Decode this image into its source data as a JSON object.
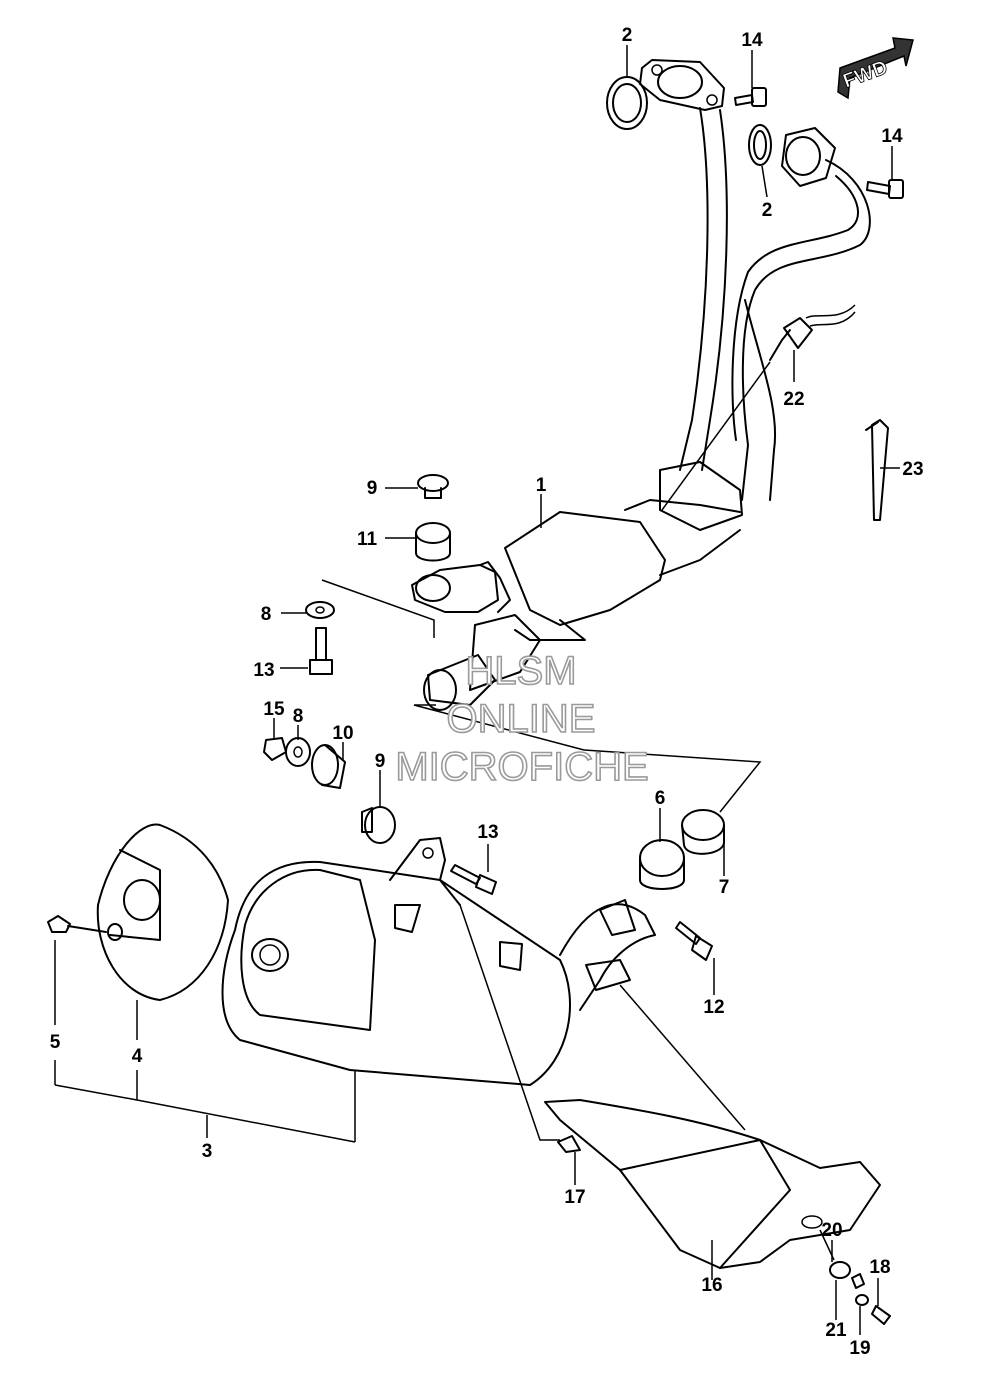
{
  "fwd_label": "FWD",
  "watermark": {
    "line1": "HLSM",
    "line2": "ONLINE",
    "line3": "MICROFICHE"
  },
  "callouts": [
    {
      "id": "c1",
      "label": "1"
    },
    {
      "id": "c2a",
      "label": "2"
    },
    {
      "id": "c2b",
      "label": "2"
    },
    {
      "id": "c3",
      "label": "3"
    },
    {
      "id": "c4",
      "label": "4"
    },
    {
      "id": "c5",
      "label": "5"
    },
    {
      "id": "c6",
      "label": "6"
    },
    {
      "id": "c7",
      "label": "7"
    },
    {
      "id": "c8a",
      "label": "8"
    },
    {
      "id": "c8b",
      "label": "8"
    },
    {
      "id": "c9a",
      "label": "9"
    },
    {
      "id": "c9b",
      "label": "9"
    },
    {
      "id": "c10",
      "label": "10"
    },
    {
      "id": "c11",
      "label": "11"
    },
    {
      "id": "c12",
      "label": "12"
    },
    {
      "id": "c13a",
      "label": "13"
    },
    {
      "id": "c13b",
      "label": "13"
    },
    {
      "id": "c14a",
      "label": "14"
    },
    {
      "id": "c14b",
      "label": "14"
    },
    {
      "id": "c15",
      "label": "15"
    },
    {
      "id": "c16",
      "label": "16"
    },
    {
      "id": "c17",
      "label": "17"
    },
    {
      "id": "c18",
      "label": "18"
    },
    {
      "id": "c19",
      "label": "19"
    },
    {
      "id": "c20",
      "label": "20"
    },
    {
      "id": "c21",
      "label": "21"
    },
    {
      "id": "c22",
      "label": "22"
    },
    {
      "id": "c23",
      "label": "23"
    }
  ]
}
